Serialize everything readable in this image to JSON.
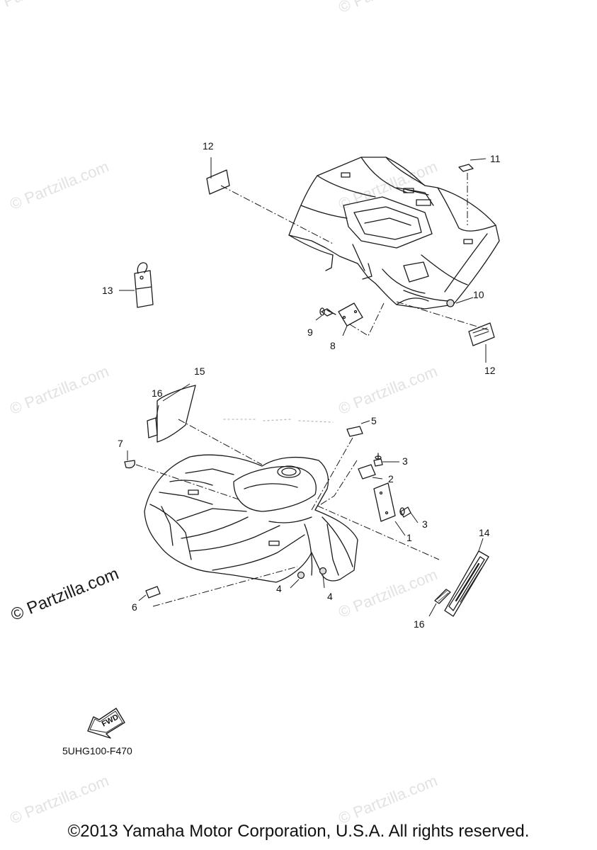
{
  "watermark": {
    "text": "© Partzilla.com",
    "dark_text": "© Partzilla.com"
  },
  "callouts": {
    "c1": "1",
    "c2": "2",
    "c3a": "3",
    "c3b": "3",
    "c4a": "4",
    "c4b": "4",
    "c5": "5",
    "c6": "6",
    "c7": "7",
    "c8": "8",
    "c9": "9",
    "c10": "10",
    "c11": "11",
    "c12a": "12",
    "c12b": "12",
    "c13": "13",
    "c14": "14",
    "c15": "15",
    "c16a": "16",
    "c16b": "16"
  },
  "fwd_label": "FWD",
  "diagram_code": "5UHG100-F470",
  "copyright": "©2013 Yamaha Motor Corporation, U.S.A. All rights reserved."
}
